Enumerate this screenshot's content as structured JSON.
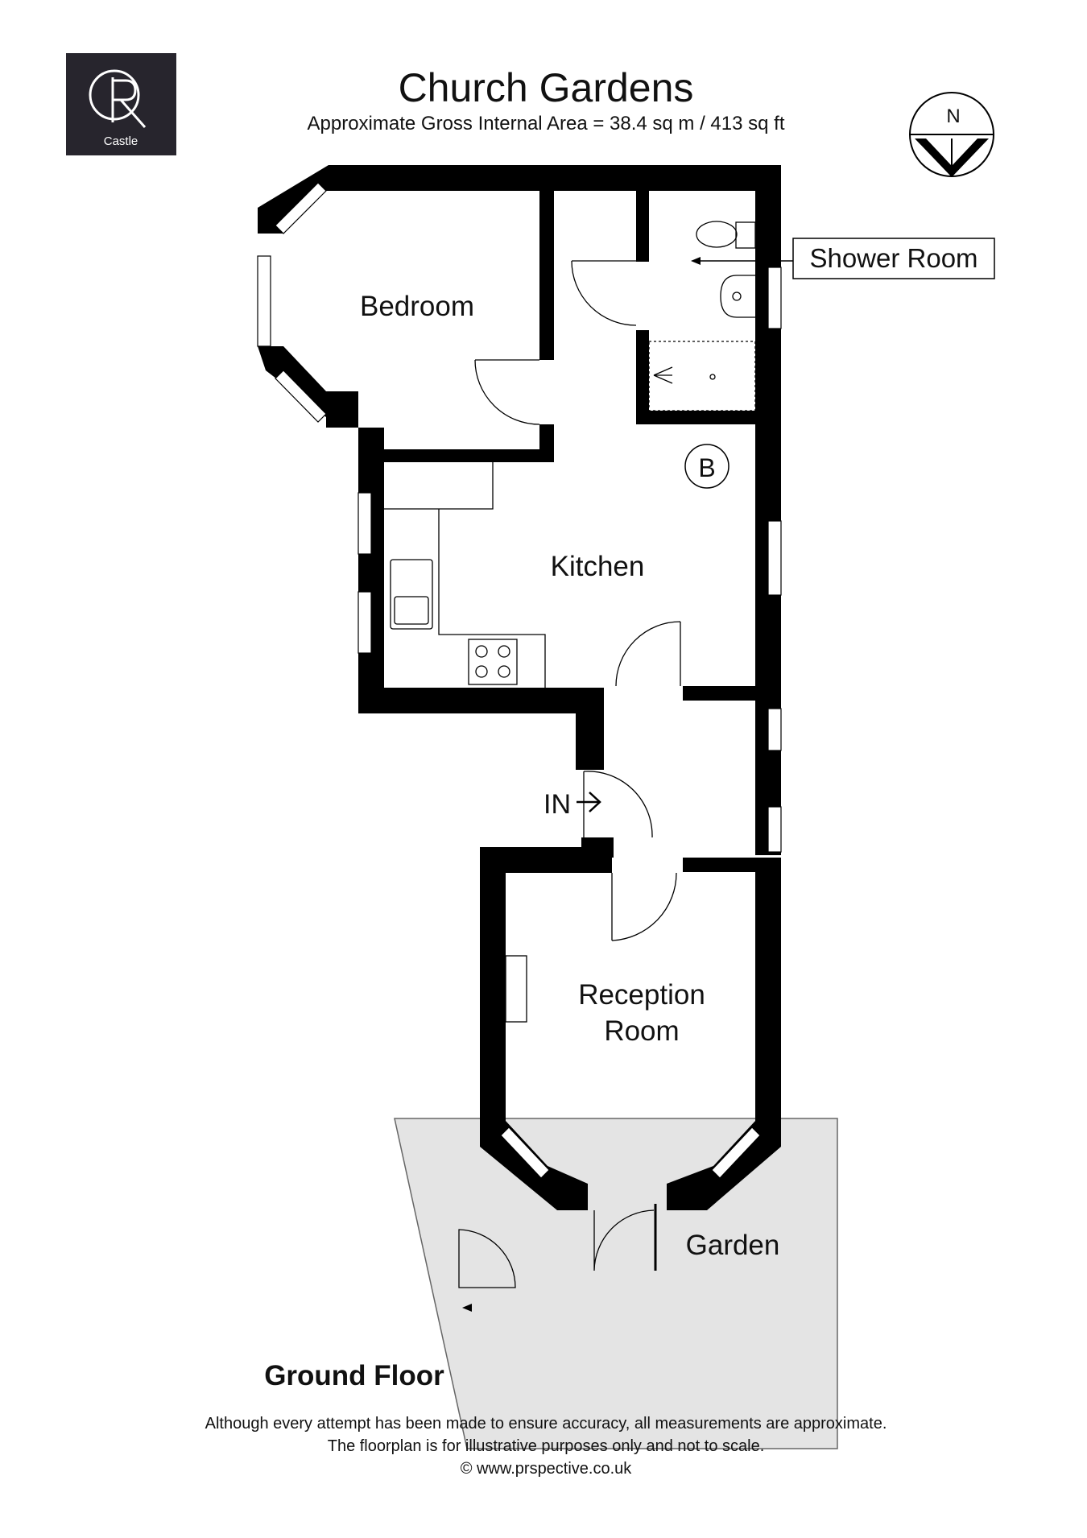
{
  "header": {
    "title": "Church Gardens",
    "area": "Approximate Gross Internal Area = 38.4 sq m / 413 sq ft"
  },
  "logo": {
    "brand": "Castle"
  },
  "compass": {
    "label": "N"
  },
  "rooms": {
    "bedroom": "Bedroom",
    "shower_room": "Shower Room",
    "boiler": "B",
    "kitchen": "Kitchen",
    "entrance": "IN",
    "reception_line1": "Reception",
    "reception_line2": "Room",
    "garden": "Garden"
  },
  "floor_label": "Ground Floor",
  "footer": {
    "line1": "Although every attempt has been made to ensure accuracy, all measurements are approximate.",
    "line2": "The floorplan is for illustrative purposes only and not to scale.",
    "line3": "© www.prspective.co.uk"
  },
  "colors": {
    "wall": "#000000",
    "garden_fill": "#e4e4e4",
    "logo_bg": "#27252d"
  }
}
